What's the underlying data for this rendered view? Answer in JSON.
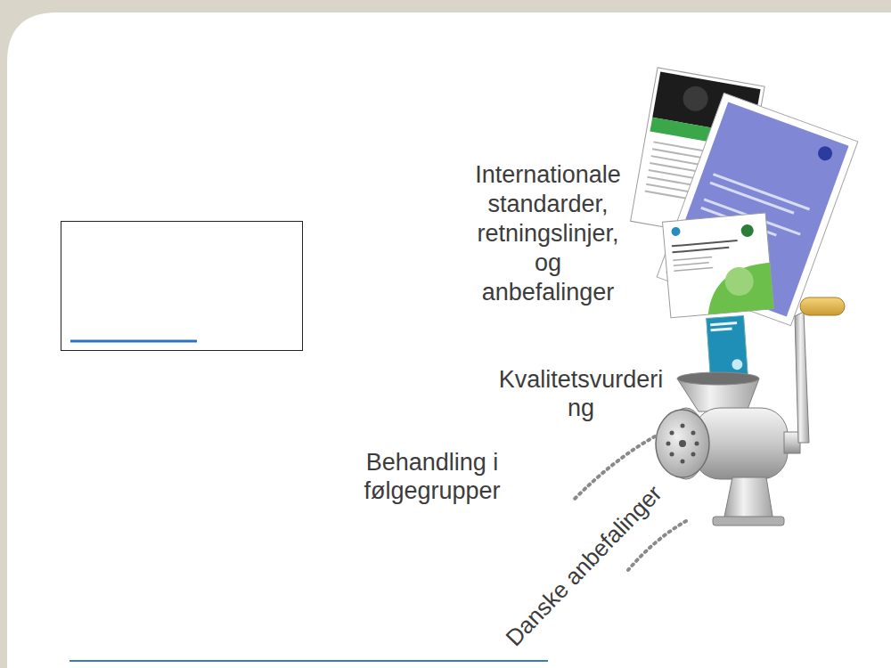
{
  "diagram": {
    "labels": [
      "Internationale standarder, retningslinjer, og anbefalinger",
      "Kvalitetsvurderi ng",
      "Behandling i følgegrupper",
      "Danske anbefalinger"
    ]
  }
}
